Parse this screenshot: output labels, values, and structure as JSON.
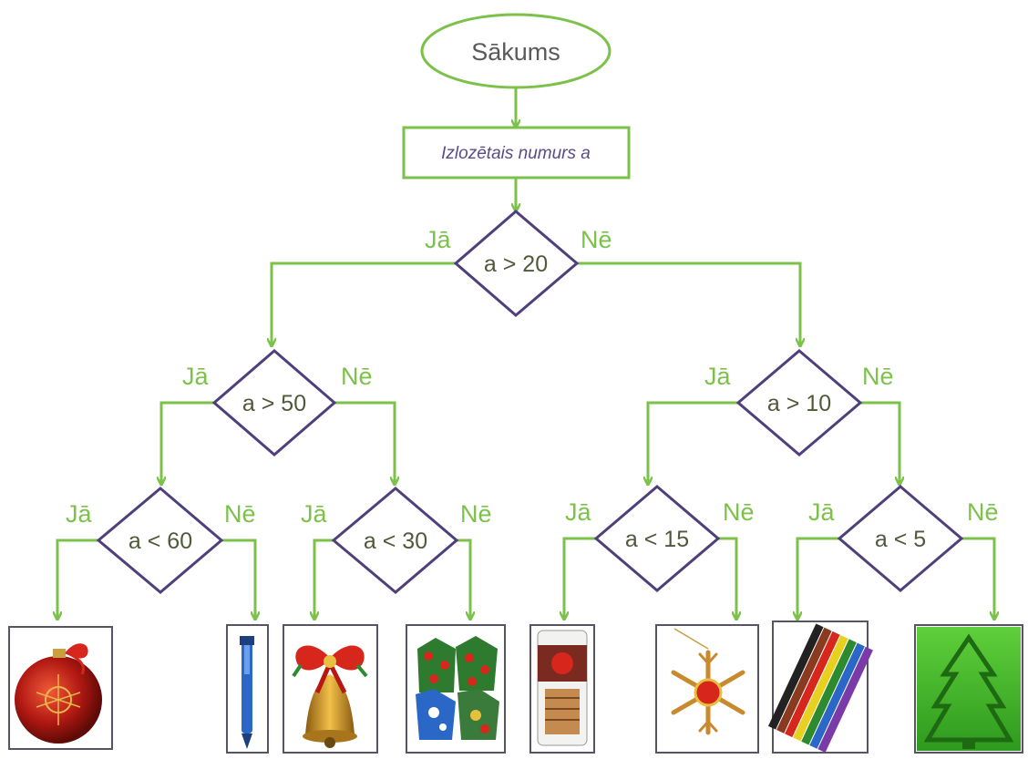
{
  "start": {
    "label": "Sākums"
  },
  "input": {
    "label": "Izlozētais numurs a"
  },
  "branches": {
    "yes": "Jā",
    "no": "Nē"
  },
  "decisions": {
    "root": "a > 20",
    "left": "a > 50",
    "right": "a > 10",
    "ll": "a < 60",
    "lr": "a < 30",
    "rl": "a < 15",
    "rr": "a < 5"
  },
  "prizes": [
    {
      "name": "ornament-ball"
    },
    {
      "name": "pen"
    },
    {
      "name": "bell"
    },
    {
      "name": "candies"
    },
    {
      "name": "wafer-bar"
    },
    {
      "name": "snowflake-ornament"
    },
    {
      "name": "markers"
    },
    {
      "name": "tree-card"
    }
  ],
  "colors": {
    "flow": "#7cc24a",
    "decision_border": "#4f3f7a"
  }
}
